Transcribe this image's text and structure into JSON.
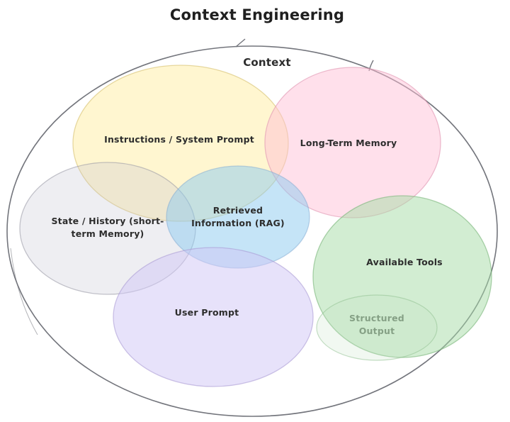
{
  "title": {
    "text": "Context Engineering",
    "color": "#1f1f1f"
  },
  "outer_set": {
    "label": "Context",
    "label_color": "#2d2d2d",
    "stroke": "#73757c"
  },
  "sets": [
    {
      "name": "instructions-system-prompt",
      "label_line1": "Instructions / System Prompt",
      "fill": "rgba(255,234,150,0.45)",
      "stroke": "rgba(214,192,110,0.6)",
      "label_color": "#2d2d2d"
    },
    {
      "name": "long-term-memory",
      "label_line1": "Long-Term Memory",
      "fill": "rgba(255,190,214,0.48)",
      "stroke": "rgba(224,148,176,0.6)",
      "label_color": "#2d2d2d"
    },
    {
      "name": "state-history-short-term-memory",
      "label_line1": "State / History (short-",
      "label_line2": "term Memory)",
      "fill": "rgba(195,195,208,0.28)",
      "stroke": "rgba(150,150,162,0.55)",
      "label_color": "#2d2d2d"
    },
    {
      "name": "retrieved-information-rag",
      "label_line1": "Retrieved",
      "label_line2": "Information (RAG)",
      "fill": "rgba(140,202,240,0.5)",
      "stroke": "rgba(130,170,210,0.5)",
      "label_color": "#2d2d2d"
    },
    {
      "name": "user-prompt",
      "label_line1": "User Prompt",
      "fill": "rgba(208,197,245,0.5)",
      "stroke": "rgba(165,150,210,0.55)",
      "label_color": "#2d2d2d"
    },
    {
      "name": "available-tools",
      "label_line1": "Available Tools",
      "fill": "rgba(165,220,165,0.5)",
      "stroke": "rgba(120,180,120,0.6)",
      "label_color": "#2d2d2d"
    },
    {
      "name": "structured-output",
      "label_line1": "Structured",
      "label_line2": "Output",
      "fill": "rgba(190,225,190,0.22)",
      "stroke": "rgba(140,190,140,0.5)",
      "label_color": "#85a085"
    }
  ]
}
